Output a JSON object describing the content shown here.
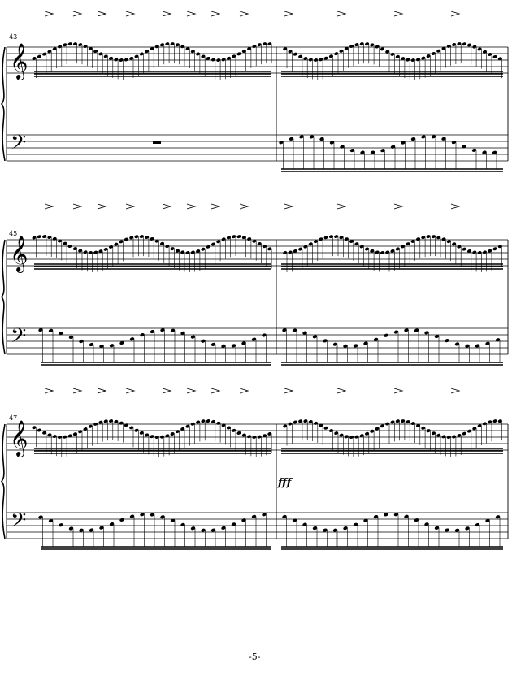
{
  "page": {
    "page_number": "-5-"
  },
  "systems": [
    {
      "measure_numbers": [
        "43"
      ]
    },
    {
      "measure_numbers": [
        "45"
      ]
    },
    {
      "measure_numbers": [
        "47"
      ]
    }
  ],
  "dynamics": {
    "fff": "fff"
  }
}
